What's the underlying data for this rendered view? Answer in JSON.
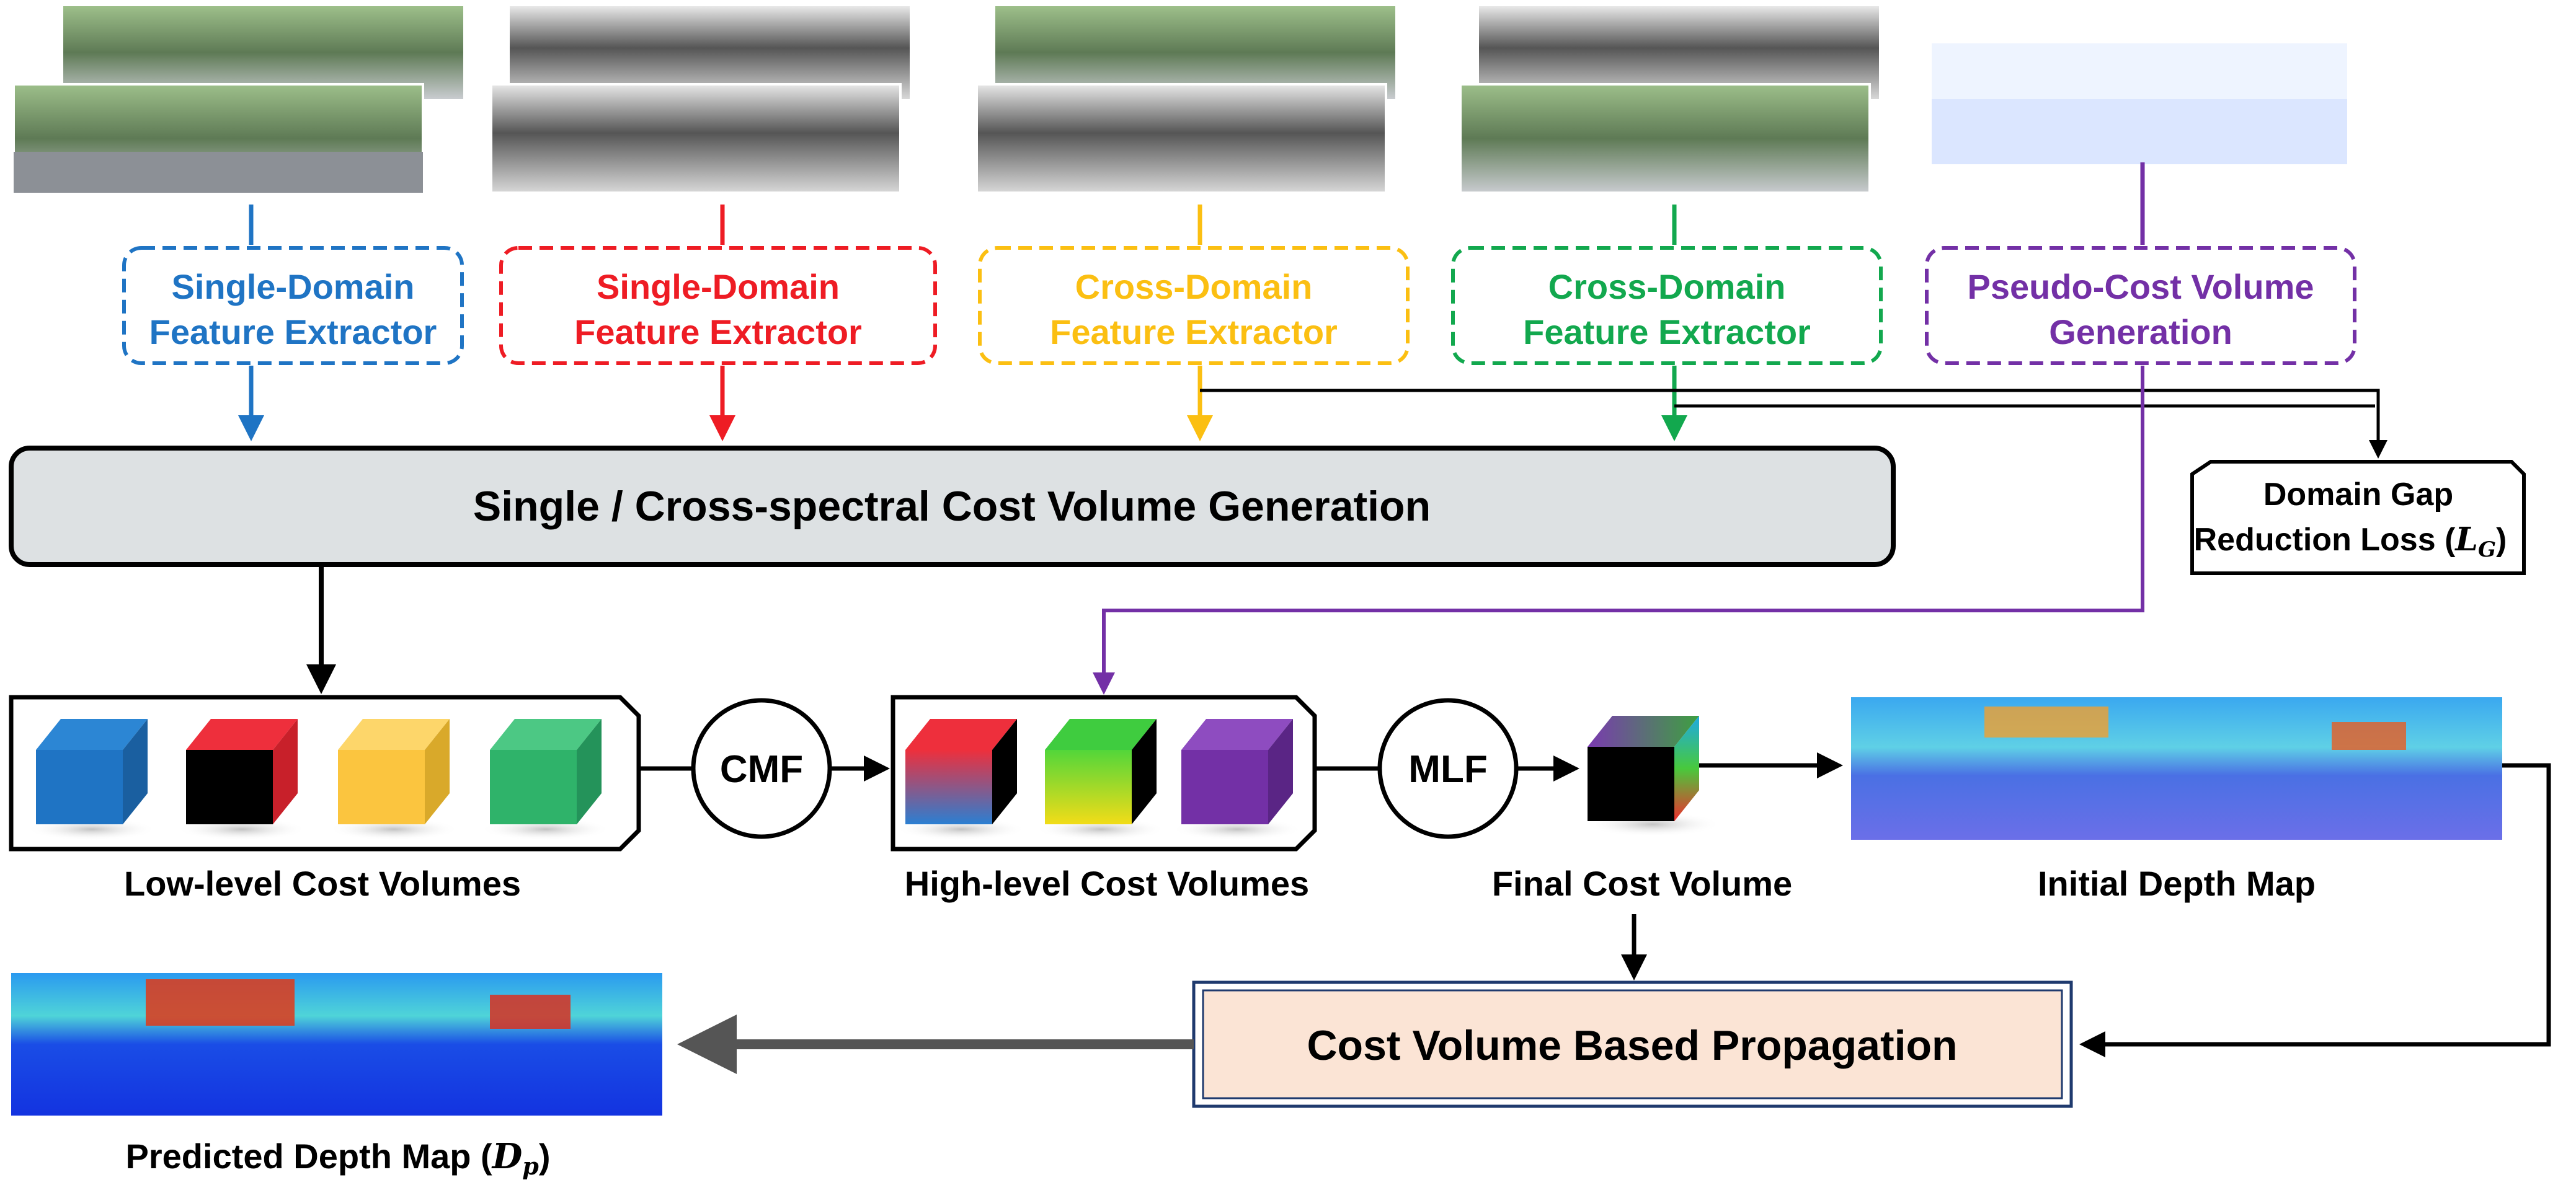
{
  "extractors": [
    {
      "line1": "Single-Domain",
      "line2": "Feature Extractor",
      "color": "#1f74c4"
    },
    {
      "line1": "Single-Domain",
      "line2": "Feature Extractor",
      "color": "#ee1c24"
    },
    {
      "line1": "Cross-Domain",
      "line2": "Feature Extractor",
      "color": "#fbbf12"
    },
    {
      "line1": "Cross-Domain",
      "line2": "Feature Extractor",
      "color": "#12a84e"
    },
    {
      "line1": "Pseudo-Cost Volume",
      "line2": "Generation",
      "color": "#7330a6"
    }
  ],
  "cost_volume_generation": "Single / Cross-spectral Cost Volume Generation",
  "domain_gap_loss": {
    "line1": "Domain Gap",
    "line2": "Reduction Loss (",
    "symbol": "L",
    "subscript": "G",
    "close": ")"
  },
  "cmf": "CMF",
  "mlf": "MLF",
  "low_level_label": "Low-level Cost Volumes",
  "high_level_label": "High-level Cost Volumes",
  "final_label": "Final Cost Volume",
  "initial_depth_label": "Initial Depth Map",
  "propagation": "Cost Volume Based Propagation",
  "predicted": {
    "text": "Predicted Depth Map (",
    "symbol": "D",
    "subscript": "p",
    "close": ")"
  },
  "colors": {
    "gray_box": "#dde1e3",
    "propagation_fill": "#fbe4d5",
    "cube_blue": "#1f74c4",
    "cube_red": "#ee1c24",
    "cube_yellow": "#fbc53f",
    "cube_green": "#2fb36a",
    "cube_purple": "#7330a6"
  }
}
